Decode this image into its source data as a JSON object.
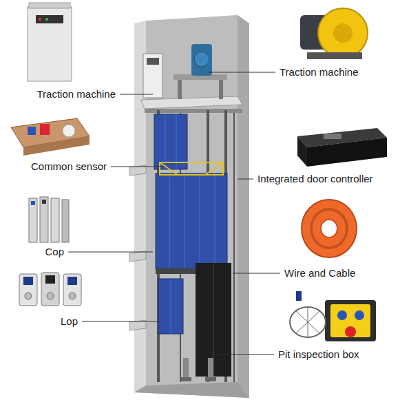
{
  "diagram": {
    "labels": [
      "Traction machine",
      "Traction machine",
      "Common sensor",
      "Integrated door controller",
      "Cop",
      "Wire and Cable",
      "Lop",
      "Pit inspection box"
    ]
  }
}
